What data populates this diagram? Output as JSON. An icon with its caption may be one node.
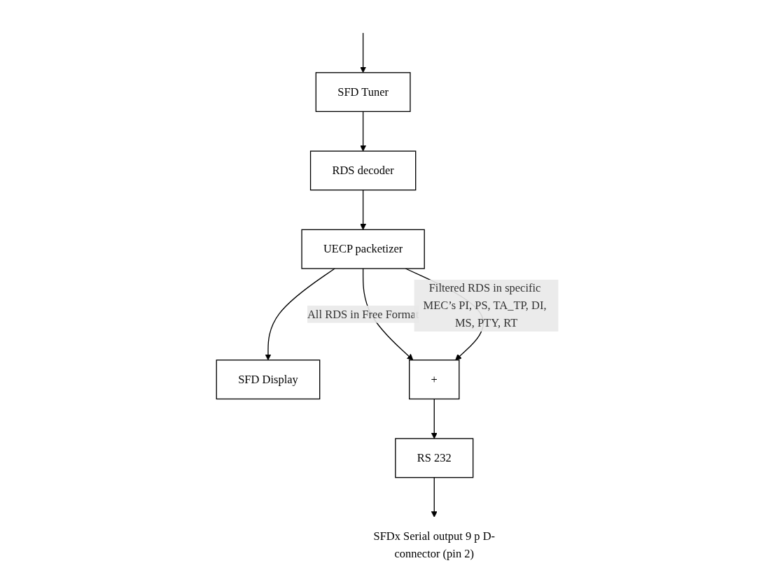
{
  "diagram": {
    "nodes": [
      {
        "text": [
          "SFD Tuner"
        ]
      },
      {
        "text": [
          "RDS decoder"
        ]
      },
      {
        "text": [
          "UECP packetizer"
        ]
      },
      {
        "text": [
          "SFD Display"
        ]
      },
      {
        "text": [
          "+"
        ]
      },
      {
        "text": [
          "RS 232"
        ]
      },
      {
        "text": [
          "SFDx Serial output 9 p D-connector (pin 2)"
        ]
      }
    ],
    "edges": [
      {
        "from": null,
        "to": 0,
        "arrow": "to"
      },
      {
        "from": 0,
        "to": 1,
        "arrow": "to"
      },
      {
        "from": 1,
        "to": 2,
        "arrow": "to"
      },
      {
        "from": 2,
        "to": 4,
        "arrow": "to",
        "label": "All RDS in Free Format"
      },
      {
        "from": 2,
        "to": 4,
        "arrow": "to",
        "label": "Filtered RDS in specific MEC’s PI, PS, TA_TP, DI, MS, PTY, RT"
      },
      {
        "from": 2,
        "to": 3,
        "arrow": "to"
      },
      {
        "from": 4,
        "to": 5,
        "arrow": "to"
      },
      {
        "from": 5,
        "to": 6,
        "arrow": "to"
      }
    ]
  }
}
